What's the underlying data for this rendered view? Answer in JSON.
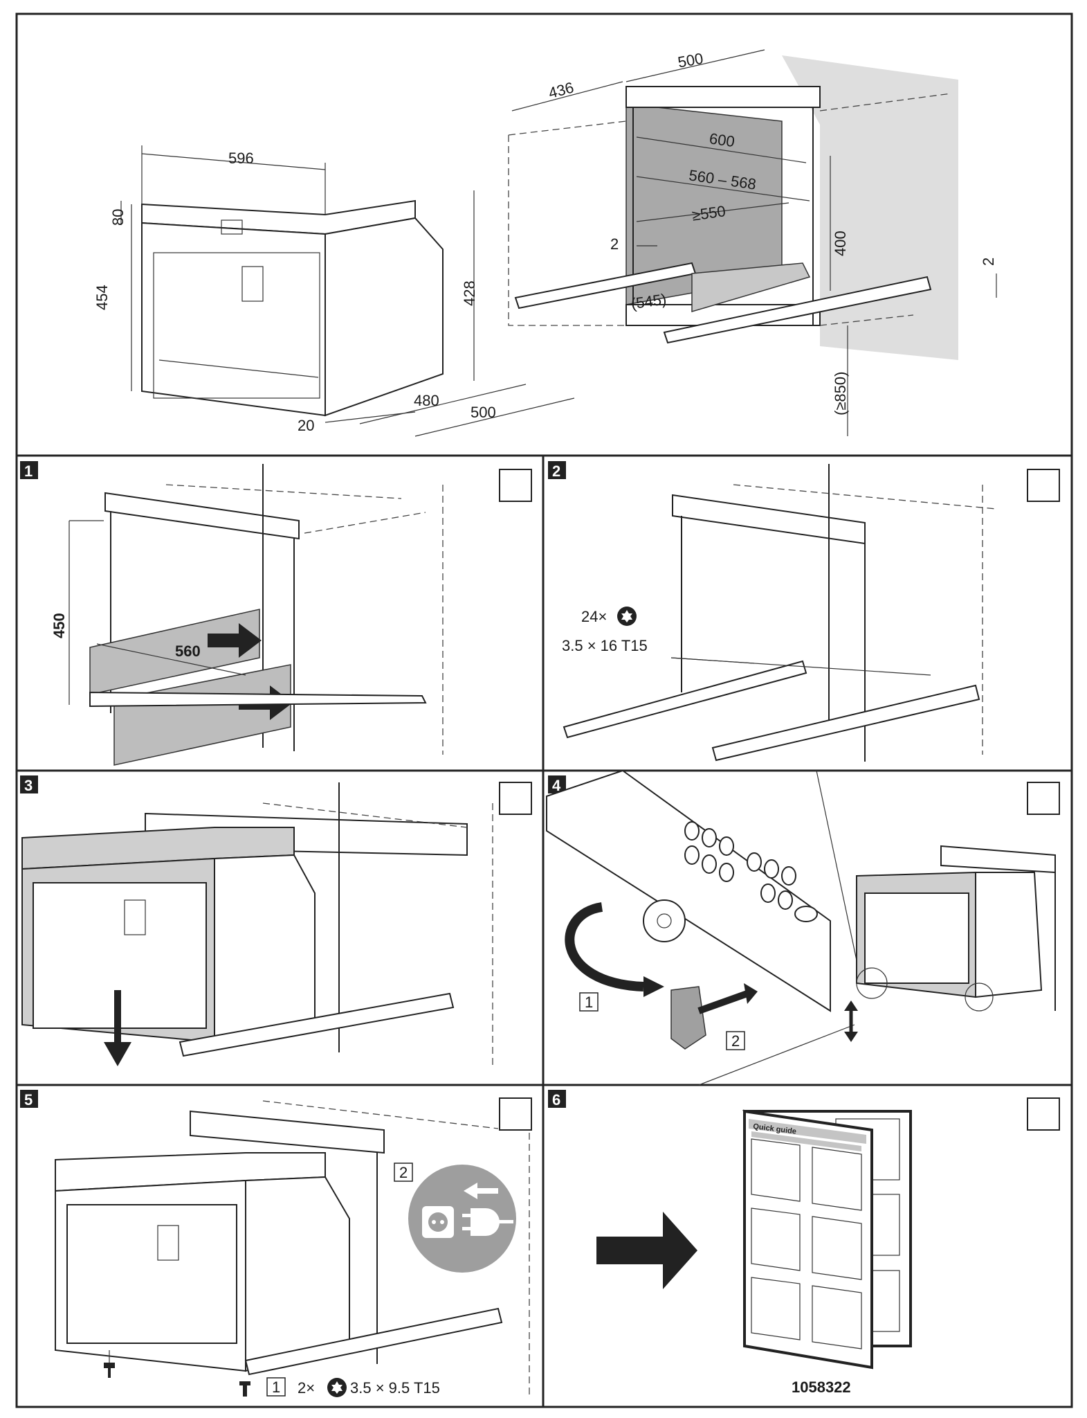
{
  "overview": {
    "appliance_dims": {
      "width": "596",
      "top_height": "80",
      "height": "454",
      "side_height": "428",
      "front_depth": "20",
      "body_depth": "480",
      "total_depth": "500"
    },
    "niche_dims": {
      "depth": "436",
      "top_width": "500",
      "width_600": "600",
      "width_range": "560 – 568",
      "min_width": "≥550",
      "gap_left": "2",
      "height": "400",
      "gap_right": "2",
      "rail_length": "(545)",
      "min_floor_height": "(≥850)"
    }
  },
  "steps": [
    {
      "number": "1",
      "dims": {
        "height": "450",
        "width": "560"
      }
    },
    {
      "number": "2",
      "screw_count": "24×",
      "screw_spec": "3.5 × 16 T15",
      "icon": "torx-star-icon"
    },
    {
      "number": "3"
    },
    {
      "number": "4",
      "callouts": [
        "1",
        "2"
      ]
    },
    {
      "number": "5",
      "callout_top": "2",
      "callout_bottom": "1",
      "screw_count": "2×",
      "screw_spec": "3.5 × 9.5 T15",
      "icon": "unplug-power-icon"
    },
    {
      "number": "6",
      "booklet_title": "Quick guide",
      "document_number": "1058322"
    }
  ],
  "colors": {
    "line": "#222222",
    "panel_gray": "#bdbdbd",
    "light_gray": "#dedede",
    "icon_gray": "#9e9e9e"
  }
}
